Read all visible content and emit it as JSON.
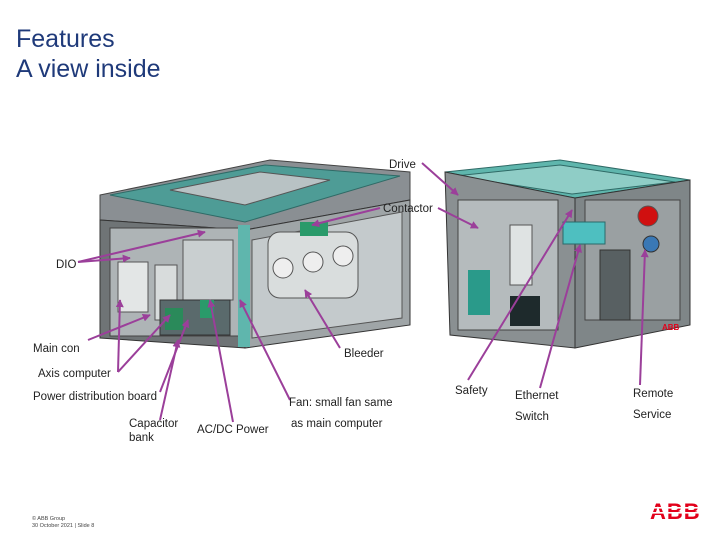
{
  "title": {
    "line1": "Features",
    "line2": "A view inside"
  },
  "labels": {
    "drive": "Drive",
    "contactor": "Contactor",
    "dio": "DIO",
    "main_con": "Main con",
    "bleeder": "Bleeder",
    "axis_computer": "Axis computer",
    "power_distribution_board": "Power distribution board",
    "capacitor_bank_1": "Capacitor",
    "capacitor_bank_2": "bank",
    "ac_dc_power": "AC/DC Power",
    "fan_1": "Fan: small fan same",
    "fan_2": "as main computer",
    "safety": "Safety",
    "ethernet": "Ethernet",
    "switch": "Switch",
    "remote": "Remote",
    "service": "Service"
  },
  "footer": {
    "line1": "© ABB Group",
    "line2": "30 October 2021 | Slide 8"
  },
  "logo": {
    "text": "ABB"
  },
  "colors": {
    "arrow": "#9b3f9a",
    "title": "#1f3a7a",
    "logo": "#e2001a",
    "frame": "#5fb6ad"
  }
}
